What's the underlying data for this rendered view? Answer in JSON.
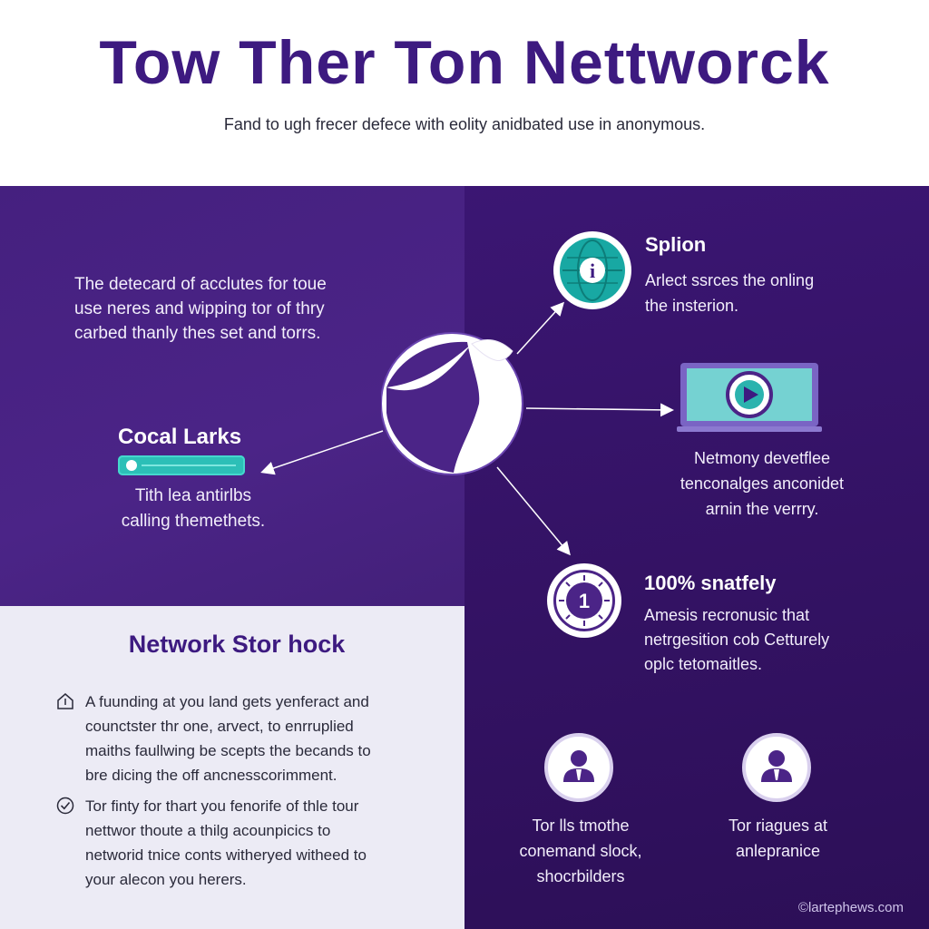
{
  "header": {
    "title": "Tow Ther Ton Nettworck",
    "subtitle": "Fand to ugh frecer defece with eolity anidbated use in anonymous."
  },
  "intro": {
    "lines": [
      "The detecard of acclutes for toue",
      "use neres and wipping tor of thry",
      "carbed thanly thes set and torrs."
    ]
  },
  "local": {
    "title": "Cocal Larks",
    "lines": [
      "Tith lea antirlbs",
      "calling themethets."
    ]
  },
  "splion": {
    "title": "Splion",
    "lines": [
      "Arlect ssrces the onling",
      "the insterion."
    ]
  },
  "network_device": {
    "lines": [
      "Netmony devetflee",
      "tenconalges anconidet",
      "arnin the verrry."
    ]
  },
  "safety": {
    "title": "100% snatfely",
    "lines": [
      "Amesis recronusic that",
      "netrgesition cob Cetturely",
      "oplc tetomaitles."
    ],
    "icon_number": "1"
  },
  "network_stor": {
    "title": "Network Stor hock",
    "bullet1": [
      "A fuunding at you land gets yenferact and",
      "counctster thr one, arvect, to enrruplied",
      "maiths faullwing be scepts the becands to",
      "bre dicing the off ancnesscorimment."
    ],
    "bullet2": [
      "Tor finty for thart you fenorife of thle tour",
      "nettwor thoute a thilg acounpicics to",
      "networid tnice conts witheryed witheed to",
      "your alecon you herers."
    ]
  },
  "person1": {
    "lines": [
      "Tor lls tmothe",
      "conemand slock,",
      "shocrbilders"
    ]
  },
  "person2": {
    "lines": [
      "Tor riagues at",
      "anlepranice"
    ]
  },
  "footer": "©lartephews.com",
  "colors": {
    "brand_purple": "#3d1a80",
    "panel_purple": "#4b2487",
    "dark_purple": "#331263",
    "teal": "#18a8a3",
    "light_panel": "#ecebf5"
  },
  "icons": {
    "splion": "info-globe-icon",
    "device": "play-laptop-icon",
    "safety": "clock-icon",
    "person": "person-icon",
    "bullet1": "home-icon",
    "bullet2": "check-circle-icon",
    "center": "tor-onion-globe-icon"
  }
}
